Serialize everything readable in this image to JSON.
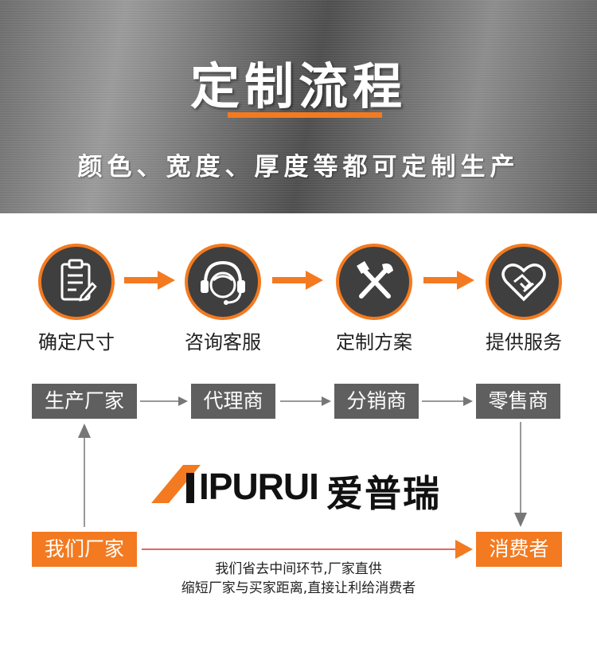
{
  "banner": {
    "title": "定制流程",
    "subtitle": "颜色、宽度、厚度等都可定制生产"
  },
  "steps": [
    {
      "label": "确定尺寸",
      "icon": "clipboard-icon"
    },
    {
      "label": "咨询客服",
      "icon": "headset-icon"
    },
    {
      "label": "定制方案",
      "icon": "tools-icon"
    },
    {
      "label": "提供服务",
      "icon": "handshake-icon"
    }
  ],
  "chain": {
    "producer": "生产厂家",
    "agent": "代理商",
    "distributor": "分销商",
    "retailer": "零售商",
    "our_factory": "我们厂家",
    "consumer": "消费者"
  },
  "logo": {
    "brand_latin": "IPURUI",
    "brand_cn": "爱普瑞"
  },
  "note": {
    "line1": "我们省去中间环节,厂家直供",
    "line2": "缩短厂家与买家距离,直接让利给消费者"
  },
  "colors": {
    "accent": "#f37a20",
    "box_gray": "#5f5f5f",
    "circle_dark": "#3f3f3f",
    "line_red": "#e0302a"
  }
}
